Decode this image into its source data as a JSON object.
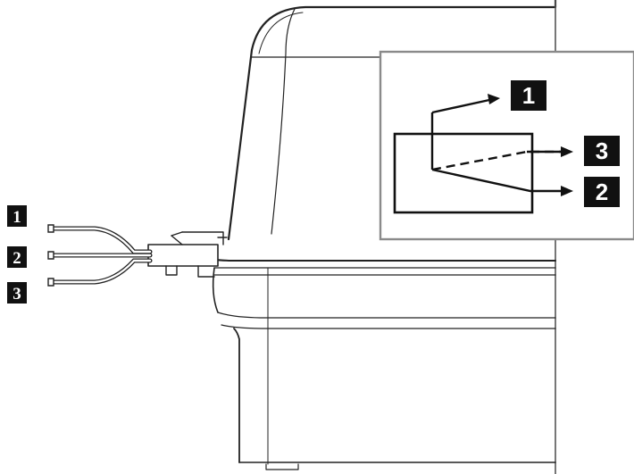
{
  "diagram": {
    "wire_labels": [
      {
        "text": "1",
        "wire": "upper-wire"
      },
      {
        "text": "2",
        "wire": "middle-wire"
      },
      {
        "text": "3",
        "wire": "lower-wire"
      }
    ],
    "schematic_inset": {
      "labels": [
        {
          "text": "1",
          "line_style": "solid"
        },
        {
          "text": "3",
          "line_style": "dashed"
        },
        {
          "text": "2",
          "line_style": "solid"
        }
      ]
    },
    "colors": {
      "line": "#222222",
      "label_background": "#111111",
      "label_text": "#ffffff",
      "inset_border": "#8a8a8a",
      "background": "#ffffff"
    }
  }
}
